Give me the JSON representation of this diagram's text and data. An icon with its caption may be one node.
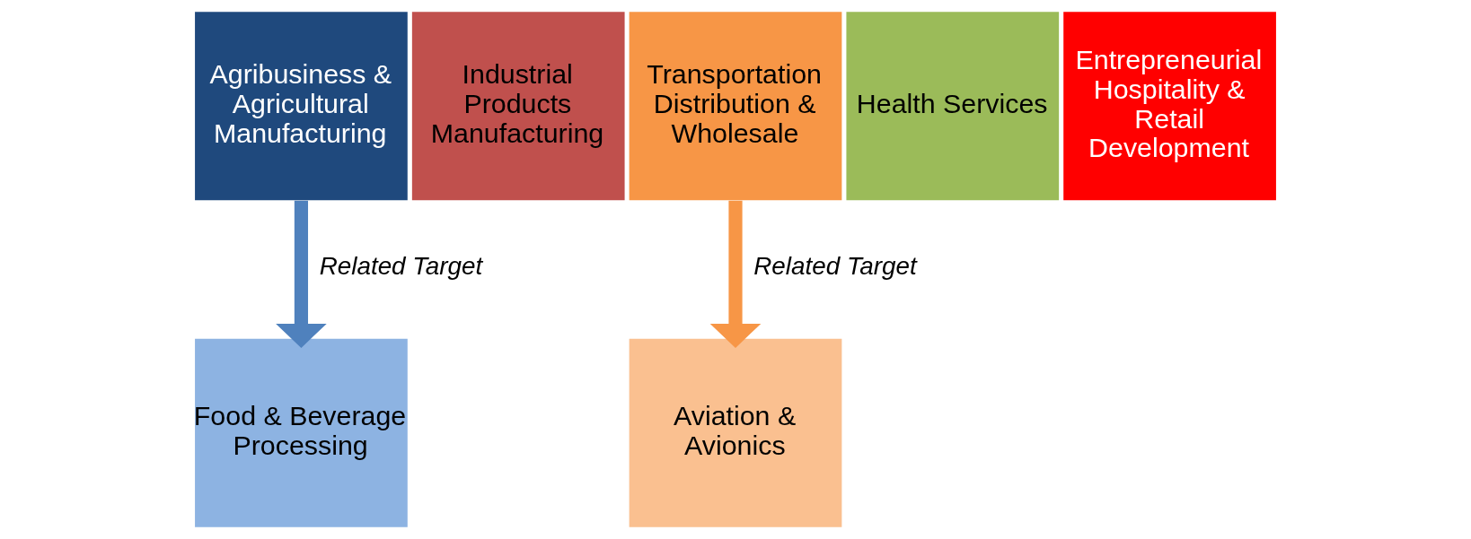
{
  "diagram": {
    "nodes": [
      {
        "text": [
          "Agribusiness & Agricultural Manufacturing"
        ]
      },
      {
        "text": [
          "Industrial Products Manufacturing"
        ]
      },
      {
        "text": [
          "Transportation Distribution & Wholesale"
        ]
      },
      {
        "text": [
          "Health Services"
        ]
      },
      {
        "text": [
          "Entrepreneurial Hospitality & Retail Development"
        ]
      },
      {
        "text": [
          "Food & Beverage Processing"
        ]
      },
      {
        "text": [
          "Aviation & Avionics"
        ]
      }
    ],
    "edges": [
      {
        "from": 0,
        "to": 5,
        "arrow": "to",
        "label": "Related Target",
        "color": "#4f81bd"
      },
      {
        "from": 2,
        "to": 6,
        "arrow": "to",
        "label": "Related Target",
        "color": "#f79646"
      }
    ]
  }
}
